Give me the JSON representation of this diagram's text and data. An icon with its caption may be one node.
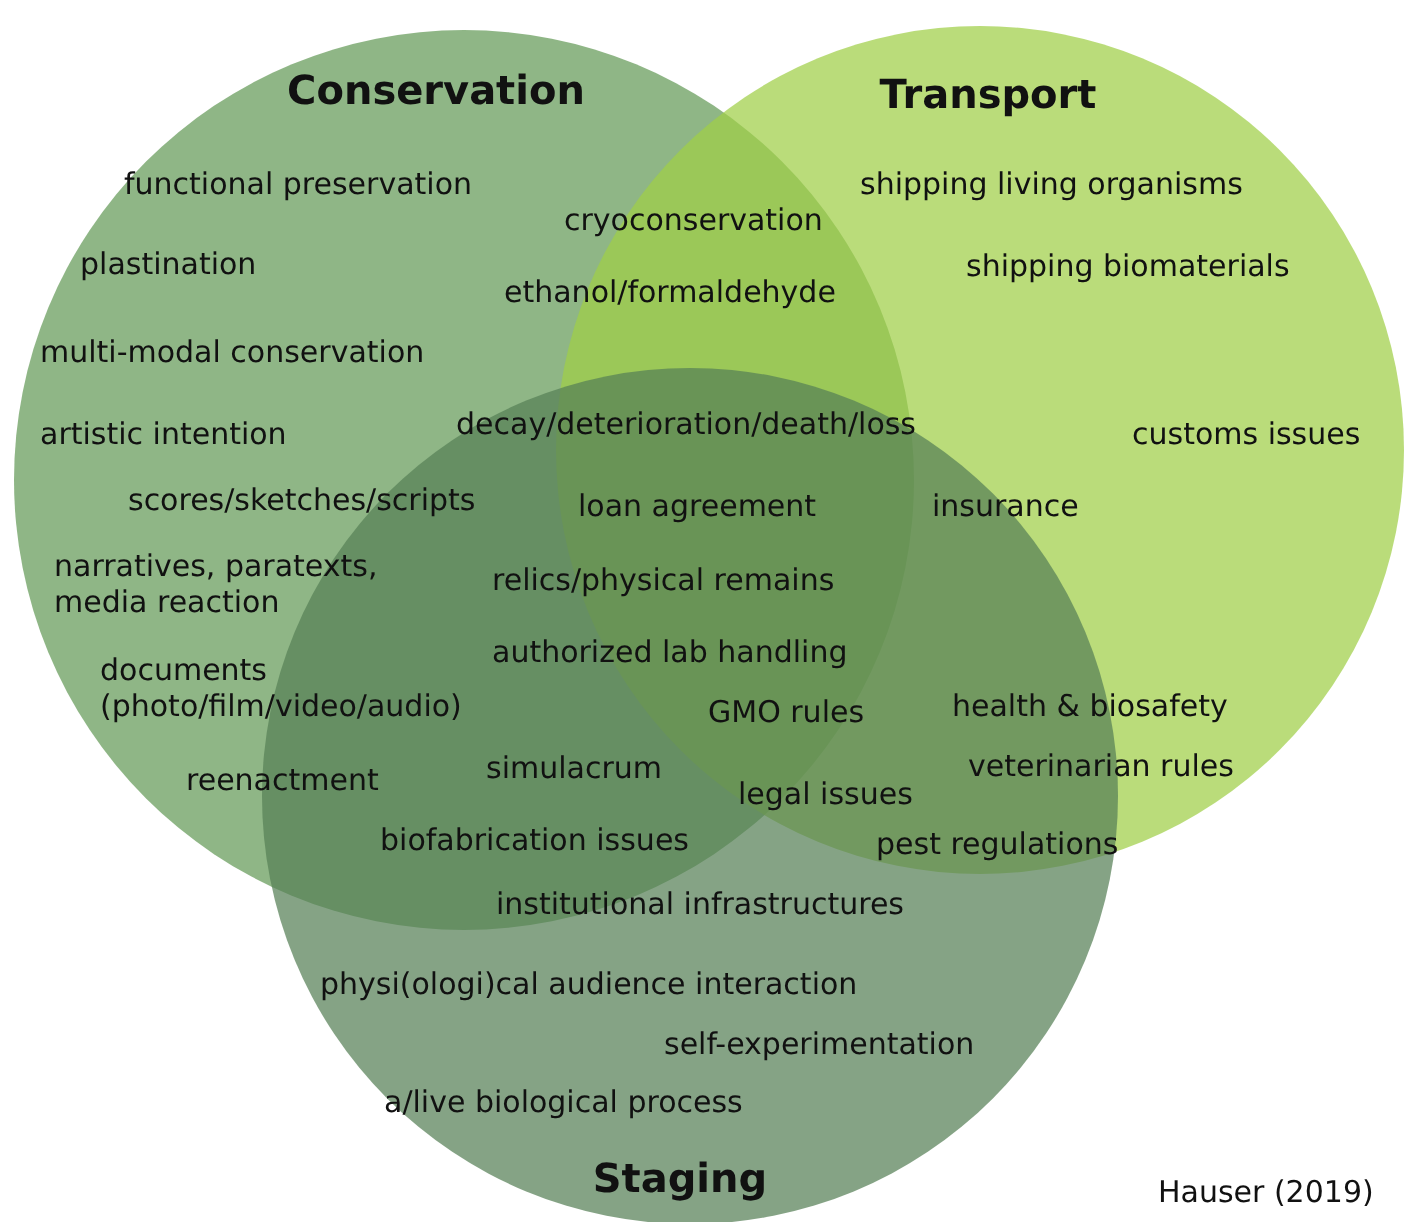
{
  "diagram": {
    "nodes": [
      {
        "text": [
          "Conservation"
        ]
      },
      {
        "text": [
          "Transport"
        ]
      },
      {
        "text": [
          "Staging"
        ]
      }
    ],
    "labels": [
      "functional preservation",
      "cryoconservation",
      "shipping living organisms",
      "plastination",
      "ethanol/formaldehyde",
      "shipping biomaterials",
      "multi-modal conservation",
      "artistic intention",
      "decay/deterioration/death/loss",
      "customs issues",
      "scores/sketches/scripts",
      "loan agreement",
      "insurance",
      "narratives, paratexts, media reaction",
      "relics/physical remains",
      "authorized lab handling",
      "documents (photo/film/video/audio)",
      "GMO rules",
      "health & biosafety",
      "simulacrum",
      "reenactment",
      "legal issues",
      "veterinarian rules",
      "biofabrication issues",
      "pest regulations",
      "institutional infrastructures",
      "physi(ologi)cal audience interaction",
      "self-experimentation",
      "a/live biological process",
      "Hauser (2019)"
    ]
  }
}
